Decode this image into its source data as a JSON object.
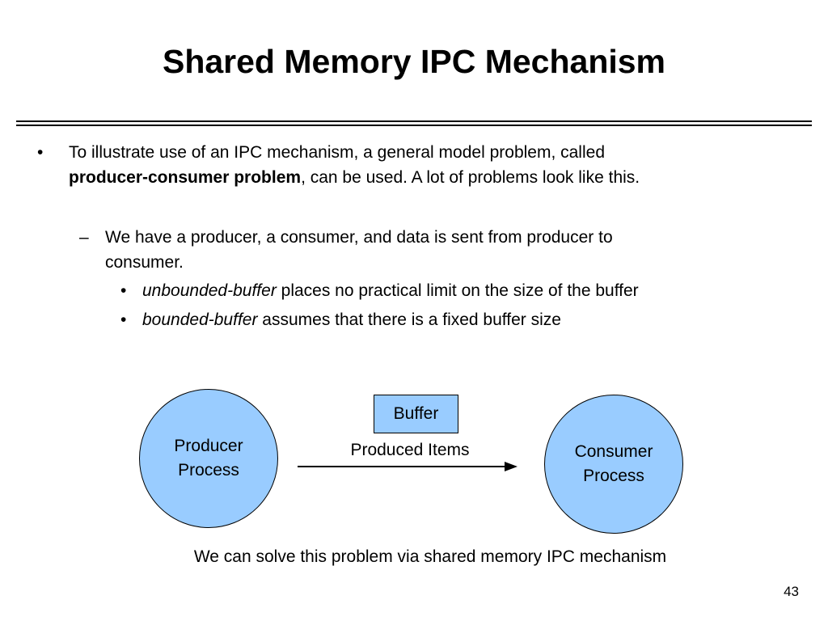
{
  "slide": {
    "title": "Shared Memory IPC Mechanism",
    "page_number": "43"
  },
  "bullets": {
    "b1": {
      "marker": "•",
      "line1": "To illustrate use of an IPC mechanism, a general model problem, called",
      "bold": "producer-consumer problem",
      "rest": ", can be used. A lot of problems look like this."
    },
    "b2": {
      "marker": "–",
      "line1": "We have a producer, a consumer, and data is sent from producer to",
      "line2": "consumer."
    },
    "b3": {
      "marker": "•",
      "italic": "unbounded-buffer",
      "rest": " places no practical limit on the size of the buffer"
    },
    "b4": {
      "marker": "•",
      "italic": "bounded-buffer",
      "rest": " assumes that there is a fixed buffer size"
    }
  },
  "diagram": {
    "producer": {
      "line1": "Producer",
      "line2": "Process"
    },
    "consumer": {
      "line1": "Consumer",
      "line2": "Process"
    },
    "buffer": "Buffer",
    "arrow_label": "Produced Items",
    "fill_color": "#99ccff"
  },
  "footer": "We can solve this problem via shared memory IPC mechanism"
}
